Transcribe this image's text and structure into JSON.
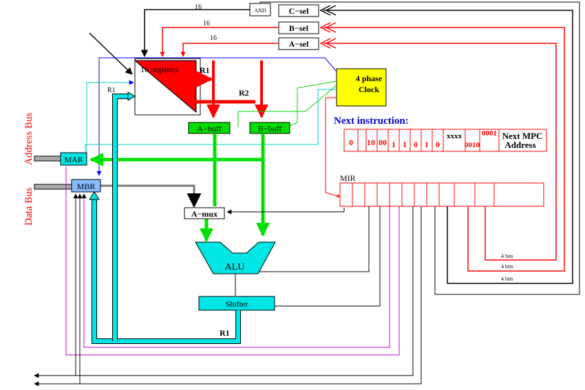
{
  "labels": {
    "registers": "16 registers",
    "r1_top": "R1",
    "r2": "R2",
    "r1_small": "R1",
    "r1_bottom": "R1",
    "a_buff": "A−buff",
    "b_buff": "B−buff",
    "a_mux": "A−mux",
    "alu": "ALU",
    "shifter": "Shifter",
    "mar": "MAR",
    "mbr": "MBR",
    "clock_line1": "4 phase",
    "clock_line2": "Clock",
    "next_instruction": "Next instruction:",
    "next_mpc_line1": "Next MPC",
    "next_mpc_line2": "Address",
    "mir": "MIR",
    "c_sel": "C−sel",
    "b_sel": "B−sel",
    "a_sel": "A−sel",
    "and_gate": "AND",
    "bus_16_c": "16",
    "bus_16_b": "16",
    "bus_16_a": "16",
    "bits_a": "4 bits",
    "bits_b": "4 bits",
    "bits_c": "4 bits",
    "address_bus": "Address Bus",
    "data_bus": "Data Bus"
  },
  "instruction_fields": [
    "0",
    "10",
    "00",
    "1",
    "1",
    "0",
    "1",
    "0",
    "xxxx",
    "0010",
    "0001"
  ],
  "colors": {
    "red": "#ff0000",
    "green": "#00e000",
    "cyan": "#00e5e5",
    "blue": "#0000ff",
    "yellow": "#ffff00",
    "magenta": "#cc00cc",
    "light_blue": "#88bbff",
    "gray": "#aaaaaa"
  }
}
